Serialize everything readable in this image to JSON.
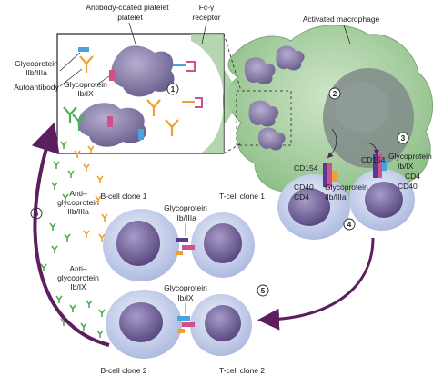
{
  "labels": {
    "antibody_coated_platelet": "Antibody-coated platelet",
    "platelet_word": "platelet",
    "fc_receptor_line1": "Fc-γ",
    "fc_receptor_line2": "receptor",
    "activated_macrophage": "Activated macrophage",
    "glycoprotein": "Glycoprotein",
    "gp_iib_iiia": "IIb/IIIa",
    "gp_ib_ix": "Ib/IX",
    "autoantibody": "Autoantibody",
    "cd154": "CD154",
    "cd40": "CD40",
    "cd4": "CD4",
    "anti": "Anti–",
    "glycoprotein_lower": "glycoprotein",
    "b_cell_clone_1": "B-cell clone 1",
    "t_cell_clone_1": "T-cell clone 1",
    "b_cell_clone_2": "B-cell clone 2",
    "t_cell_clone_2": "T-cell clone 2"
  },
  "steps": [
    "1",
    "2",
    "3",
    "4",
    "5",
    "6"
  ],
  "colors": {
    "macrophage_fill": "#a9cfa2",
    "macrophage_nucleus": "#7c8a86",
    "platelet_fill": "#8a7fa6",
    "cell_fill": "#c9d6ef",
    "cell_nucleus": "#7a6aa0",
    "arrow": "#5c1e5e",
    "antibody_green": "#4caf50",
    "antibody_orange": "#f0a030",
    "receptor_pink": "#d0508e",
    "receptor_blue": "#4aa3d9"
  }
}
